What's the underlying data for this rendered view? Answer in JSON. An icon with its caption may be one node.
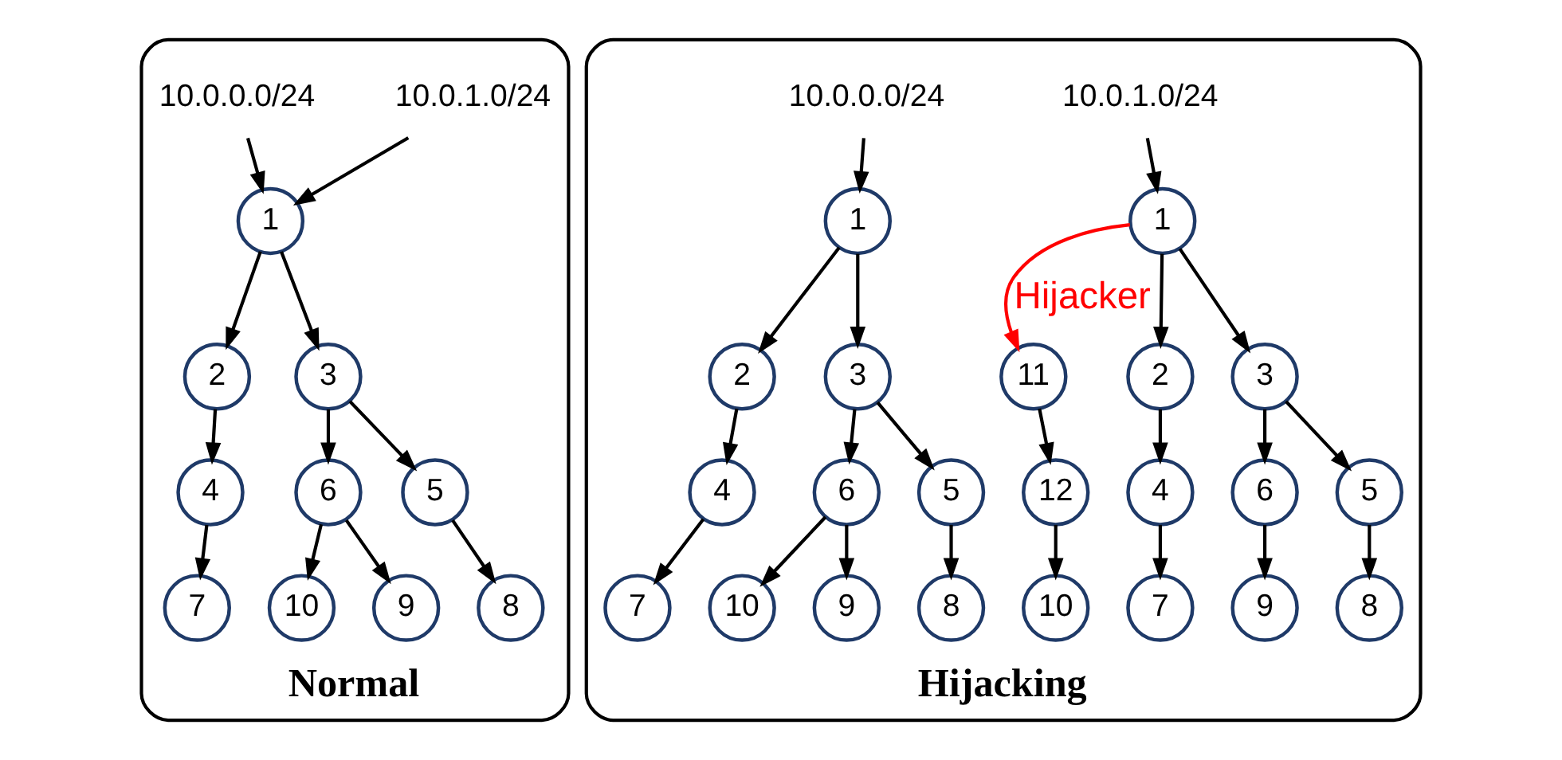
{
  "diagram": {
    "nodes": [
      {
        "text": [
          "Normal"
        ]
      },
      {
        "text": [
          "10.0.0.0/24"
        ],
        "in": 0
      },
      {
        "text": [
          "10.0.1.0/24"
        ],
        "in": 0
      },
      {
        "text": [
          "1"
        ],
        "in": 0
      },
      {
        "text": [
          "2"
        ],
        "in": 0
      },
      {
        "text": [
          "3"
        ],
        "in": 0
      },
      {
        "text": [
          "4"
        ],
        "in": 0
      },
      {
        "text": [
          "5"
        ],
        "in": 0
      },
      {
        "text": [
          "6"
        ],
        "in": 0
      },
      {
        "text": [
          "7"
        ],
        "in": 0
      },
      {
        "text": [
          "8"
        ],
        "in": 0
      },
      {
        "text": [
          "9"
        ],
        "in": 0
      },
      {
        "text": [
          "10"
        ],
        "in": 0
      },
      {
        "text": [
          "Hijacking"
        ]
      },
      {
        "text": [
          "10.0.0.0/24"
        ],
        "in": 13
      },
      {
        "text": [
          "1"
        ],
        "in": 13
      },
      {
        "text": [
          "2"
        ],
        "in": 13
      },
      {
        "text": [
          "3"
        ],
        "in": 13
      },
      {
        "text": [
          "4"
        ],
        "in": 13
      },
      {
        "text": [
          "5"
        ],
        "in": 13
      },
      {
        "text": [
          "6"
        ],
        "in": 13
      },
      {
        "text": [
          "7"
        ],
        "in": 13
      },
      {
        "text": [
          "8"
        ],
        "in": 13
      },
      {
        "text": [
          "9"
        ],
        "in": 13
      },
      {
        "text": [
          "10"
        ],
        "in": 13
      },
      {
        "text": [
          "10.0.1.0/24"
        ],
        "in": 13
      },
      {
        "text": [
          "1"
        ],
        "in": 13
      },
      {
        "text": [
          "2"
        ],
        "in": 13
      },
      {
        "text": [
          "3"
        ],
        "in": 13
      },
      {
        "text": [
          "11"
        ],
        "in": 13
      },
      {
        "text": [
          "4"
        ],
        "in": 13
      },
      {
        "text": [
          "5"
        ],
        "in": 13
      },
      {
        "text": [
          "6"
        ],
        "in": 13
      },
      {
        "text": [
          "12"
        ],
        "in": 13
      },
      {
        "text": [
          "7"
        ],
        "in": 13
      },
      {
        "text": [
          "8"
        ],
        "in": 13
      },
      {
        "text": [
          "9"
        ],
        "in": 13
      },
      {
        "text": [
          "10"
        ],
        "in": 13
      }
    ],
    "edges": [
      {
        "from": 1,
        "to": 3,
        "arrow": "to"
      },
      {
        "from": 2,
        "to": 3,
        "arrow": "to"
      },
      {
        "from": 3,
        "to": 4,
        "arrow": "to"
      },
      {
        "from": 3,
        "to": 5,
        "arrow": "to"
      },
      {
        "from": 4,
        "to": 6,
        "arrow": "to"
      },
      {
        "from": 5,
        "to": 7,
        "arrow": "to"
      },
      {
        "from": 5,
        "to": 8,
        "arrow": "to"
      },
      {
        "from": 6,
        "to": 9,
        "arrow": "to"
      },
      {
        "from": 7,
        "to": 10,
        "arrow": "to"
      },
      {
        "from": 8,
        "to": 11,
        "arrow": "to"
      },
      {
        "from": 8,
        "to": 12,
        "arrow": "to"
      },
      {
        "from": 14,
        "to": 15,
        "arrow": "to"
      },
      {
        "from": 15,
        "to": 16,
        "arrow": "to"
      },
      {
        "from": 15,
        "to": 17,
        "arrow": "to"
      },
      {
        "from": 16,
        "to": 18,
        "arrow": "to"
      },
      {
        "from": 17,
        "to": 19,
        "arrow": "to"
      },
      {
        "from": 17,
        "to": 20,
        "arrow": "to"
      },
      {
        "from": 18,
        "to": 21,
        "arrow": "to"
      },
      {
        "from": 19,
        "to": 22,
        "arrow": "to"
      },
      {
        "from": 20,
        "to": 23,
        "arrow": "to"
      },
      {
        "from": 20,
        "to": 24,
        "arrow": "to"
      },
      {
        "from": 25,
        "to": 26,
        "arrow": "to"
      },
      {
        "from": 26,
        "to": 27,
        "arrow": "to"
      },
      {
        "from": 26,
        "to": 28,
        "arrow": "to"
      },
      {
        "from": 26,
        "to": 29,
        "arrow": "to",
        "label": "Hijacker",
        "color": "#ff0000"
      },
      {
        "from": 27,
        "to": 30,
        "arrow": "to"
      },
      {
        "from": 28,
        "to": 31,
        "arrow": "to"
      },
      {
        "from": 28,
        "to": 32,
        "arrow": "to"
      },
      {
        "from": 29,
        "to": 33,
        "arrow": "to"
      },
      {
        "from": 30,
        "to": 34,
        "arrow": "to"
      },
      {
        "from": 31,
        "to": 35,
        "arrow": "to"
      },
      {
        "from": 32,
        "to": 36,
        "arrow": "to"
      },
      {
        "from": 33,
        "to": 37,
        "arrow": "to"
      }
    ]
  }
}
